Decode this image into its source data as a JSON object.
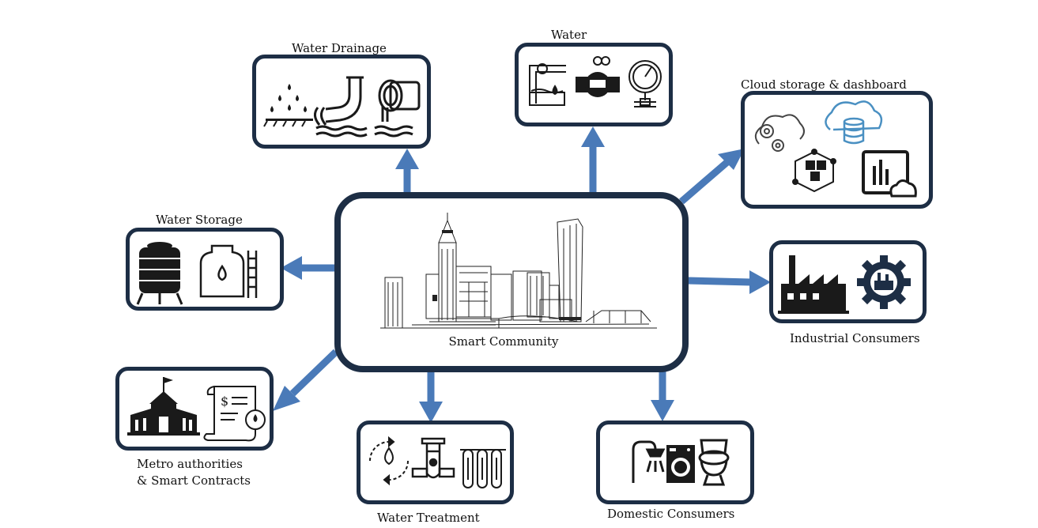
{
  "center": {
    "label": "Smart Community"
  },
  "nodes": {
    "water_drainage": {
      "label": "Water Drainage"
    },
    "water": {
      "label": "Water"
    },
    "cloud": {
      "label": "Cloud storage & dashboard"
    },
    "water_storage": {
      "label": "Water Storage"
    },
    "industrial": {
      "label": "Industrial Consumers"
    },
    "metro": {
      "label_line1": "Metro authorities",
      "label_line2": "& Smart Contracts"
    },
    "treatment": {
      "label": "Water Treatment"
    },
    "domestic": {
      "label": "Domestic Consumers"
    }
  },
  "colors": {
    "border": "#1d2e45",
    "arrow": "#4a7ab8",
    "icon_dark": "#1a1a1a",
    "icon_blue": "#4a90c2"
  },
  "icons": [
    "rain-icon",
    "drain-pipe-icon",
    "sewer-pipe-icon",
    "pipe-valve-icon",
    "water-meter-icon",
    "pressure-gauge-icon",
    "cloud-gears-icon",
    "cloud-database-icon",
    "blockchain-cube-icon",
    "dashboard-chart-cloud-icon",
    "water-tank-icon",
    "water-bottle-ladder-icon",
    "factory-icon",
    "factory-gear-icon",
    "municipal-building-icon",
    "contract-document-icon",
    "water-cycle-icon",
    "filter-icon",
    "filter-tubes-icon",
    "shower-icon",
    "washing-machine-icon",
    "toilet-icon",
    "city-skyline-icon"
  ]
}
